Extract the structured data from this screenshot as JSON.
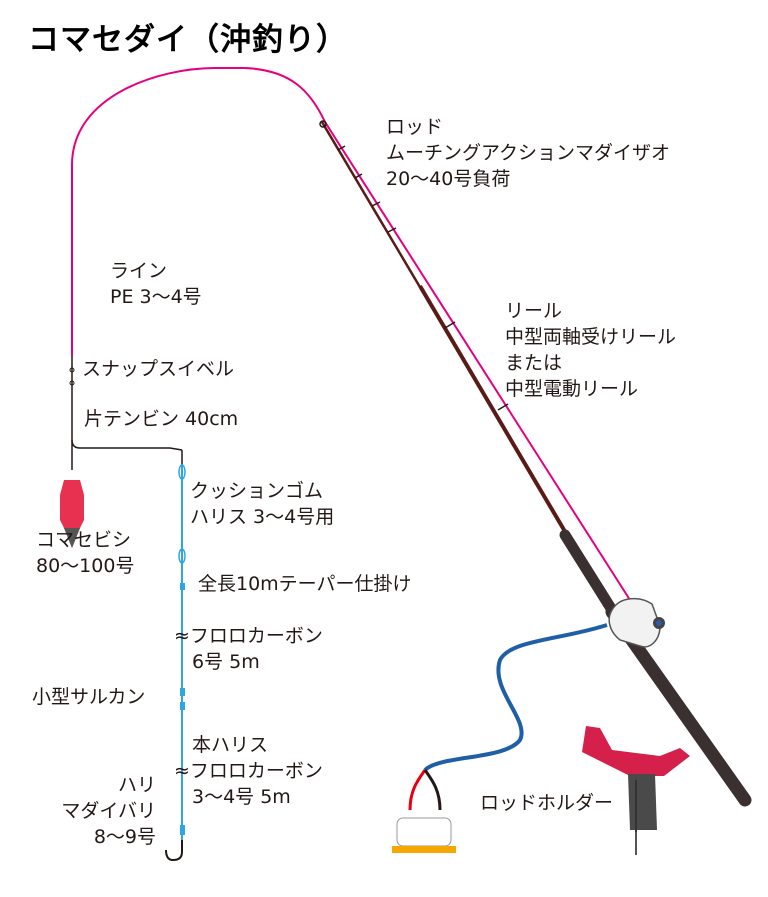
{
  "title": "コマセダイ（沖釣り）",
  "colors": {
    "line_pe": "#e4007f",
    "harisu": "#2ea7e0",
    "rod": "#5a1a16",
    "sinker": "#e83050",
    "holder": "#d4204a",
    "cable": "#1f5fa8",
    "battery_base": "#f5a800",
    "text": "#231815"
  },
  "labels": {
    "rod": {
      "line1": "ロッド",
      "line2": "ムーチングアクションマダイザオ",
      "line3": "20〜40号負荷"
    },
    "line": {
      "line1": "ライン",
      "line2": "PE 3〜4号"
    },
    "reel": {
      "line1": "リール",
      "line2": "中型両軸受けリール",
      "line3": "または",
      "line4": "中型電動リール"
    },
    "snap_swivel": "スナップスイベル",
    "tenbin": "片テンビン 40cm",
    "cushion": {
      "line1": "クッションゴム",
      "line2": "ハリス 3〜4号用"
    },
    "sinker": {
      "line1": "コマセビシ",
      "line2": "80〜100号"
    },
    "total_length": "全長10mテーパー仕掛け",
    "fluoro1": {
      "line1": "フロロカーボン",
      "line2": "6号 5m"
    },
    "swivel_small": "小型サルカン",
    "main_harisu": {
      "line1": "本ハリス",
      "line2": "フロロカーボン",
      "line3": "3〜4号 5m"
    },
    "hook": {
      "line1": "ハリ",
      "line2": "マダイバリ",
      "line3": "8〜9号"
    },
    "rod_holder": "ロッドホルダー"
  },
  "icons": {
    "wave": "≈"
  }
}
